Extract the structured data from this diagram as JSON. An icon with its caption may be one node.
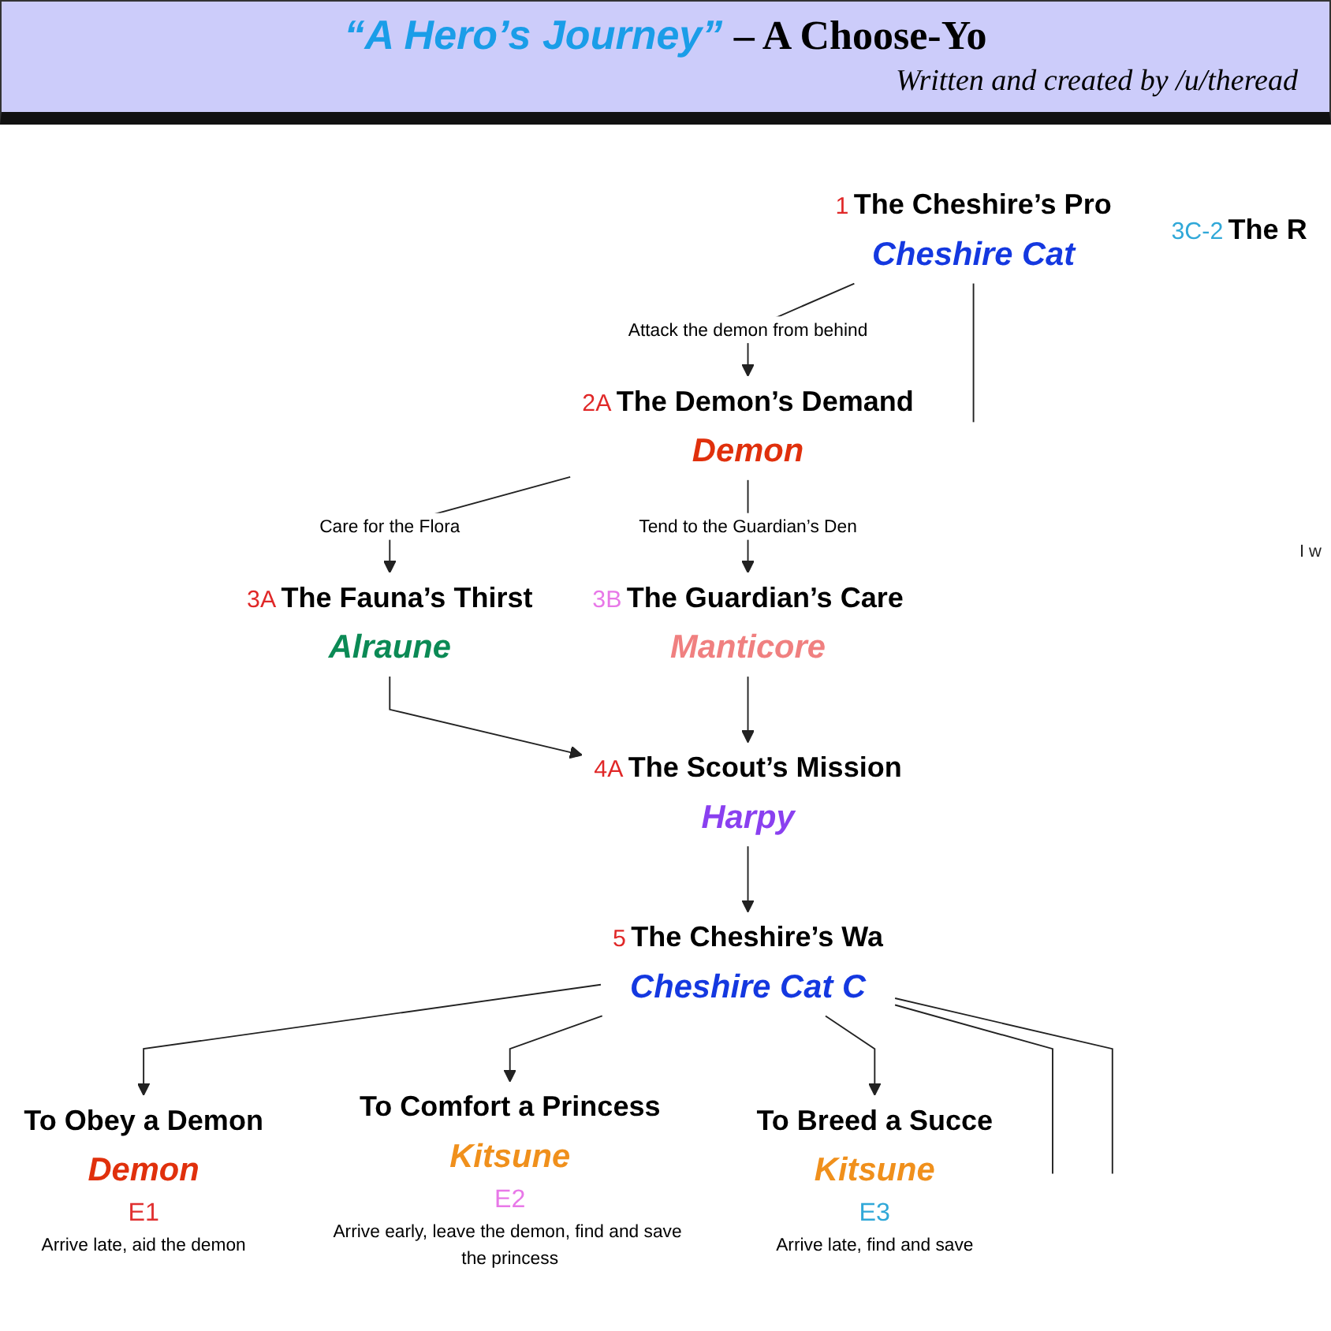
{
  "diagram": {
    "title": "*“A Hero’s Journey”* **– A Choose-Yo**",
    "nodes": [
      {
        "text": [
          "The Cheshire’s Pro",
          "Cheshire Cat"
        ],
        "beside": [
          "1"
        ]
      },
      {
        "text": [
          "The Demon’s Demand",
          "Demon"
        ],
        "beside": [
          "2A"
        ]
      },
      {
        "text": [
          "The Fauna’s Thirst",
          "Alraune"
        ],
        "beside": [
          "3A"
        ]
      },
      {
        "text": [
          "The Guardian’s Care",
          "Manticore"
        ],
        "beside": [
          "3B"
        ]
      },
      {
        "text": [
          "The R"
        ],
        "beside": [
          "3C-2"
        ]
      },
      {
        "text": [
          "The Scout’s Mission",
          "Harpy"
        ],
        "beside": [
          "4A"
        ]
      },
      {
        "text": [
          "The Cheshire’s Wa",
          "Cheshire Cat C"
        ],
        "beside": [
          "5"
        ]
      },
      {
        "text": [
          "To Obey a Demon",
          "Demon",
          "E1",
          "Arrive late, aid the demon"
        ]
      },
      {
        "text": [
          "To Comfort a Princess",
          "Kitsune",
          "E2",
          "Arrive early, leave the demon, find and save the princess"
        ]
      },
      {
        "text": [
          "To Breed a Succe",
          "Kitsune",
          "E3",
          "Arrive late, find and save"
        ]
      }
    ],
    "edges": [
      {
        "from": 0,
        "to": 1,
        "arrow": "to",
        "label": "Attack the demon from behind"
      },
      {
        "from": 0,
        "to": null,
        "arrow": "none"
      },
      {
        "from": 1,
        "to": 2,
        "arrow": "to",
        "label": "Care for the Flora"
      },
      {
        "from": 1,
        "to": 3,
        "arrow": "to",
        "label": "Tend to the Guardian’s Den"
      },
      {
        "from": 2,
        "to": 5,
        "arrow": "to"
      },
      {
        "from": 3,
        "to": 5,
        "arrow": "to"
      },
      {
        "from": 5,
        "to": 6,
        "arrow": "to"
      },
      {
        "from": 6,
        "to": 7,
        "arrow": "to"
      },
      {
        "from": 6,
        "to": 8,
        "arrow": "to"
      },
      {
        "from": 6,
        "to": 9,
        "arrow": "to"
      },
      {
        "from": 6,
        "to": null,
        "arrow": "none"
      },
      {
        "from": 6,
        "to": null,
        "arrow": "none"
      }
    ],
    "labels": [
      "Written and created by /u/theread",
      "I w"
    ]
  }
}
